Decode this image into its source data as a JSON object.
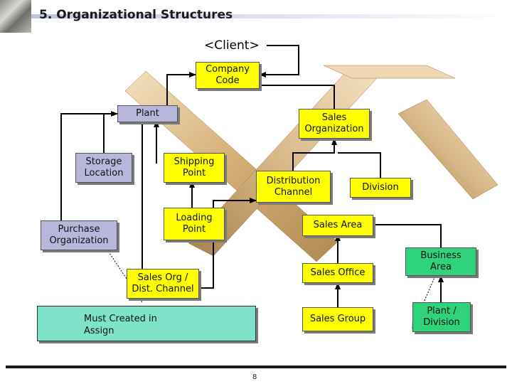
{
  "header": {
    "title": "5. Organizational Structures"
  },
  "client_label": "<Client>",
  "nodes": {
    "company_code": "Company\nCode",
    "plant": "Plant",
    "sales_organization": "Sales\nOrganization",
    "storage_location": "Storage\nLocation",
    "shipping_point": "Shipping\nPoint",
    "distribution_channel": "Distribution\nChannel",
    "division": "Division",
    "loading_point": "Loading\nPoint",
    "purchase_organization": "Purchase\nOrganization",
    "sales_area": "Sales Area",
    "business_area": "Business\nArea",
    "sales_office": "Sales Office",
    "sales_org_dist_channel": "Sales Org /\nDist. Channel",
    "sales_group": "Sales Group",
    "plant_division": "Plant /\nDivision"
  },
  "legend": {
    "text": "Must Created in\nAssign"
  },
  "footer": {
    "page_number": "8"
  },
  "colors": {
    "yellow": "#ffff00",
    "lavender": "#b7b7dc",
    "green": "#2ed37a",
    "legend": "#7fe3c9",
    "band": "#d9b98a"
  }
}
